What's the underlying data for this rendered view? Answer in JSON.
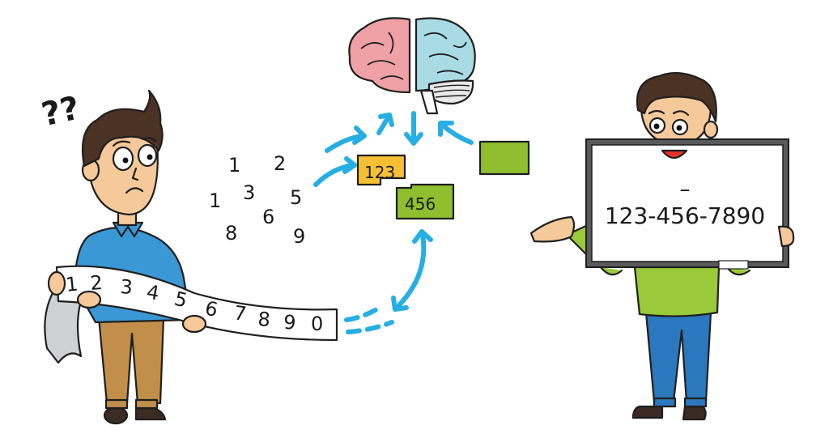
{
  "scene": {
    "title_concept": "chunking numbers into memory",
    "confused_person": {
      "question_marks": "??",
      "paper_strip_digits": [
        "1",
        "2",
        "3",
        "4",
        "5",
        "6",
        "7",
        "8",
        "9",
        "0"
      ]
    },
    "scattered_digits": [
      "1",
      "2",
      "1",
      "3",
      "5",
      "6",
      "8",
      "9"
    ],
    "memory_chunks": [
      {
        "label": "123",
        "color": "#f7c034"
      },
      {
        "label": "456",
        "color": "#8fbf2f"
      },
      {
        "label": "",
        "color": "#8fbf2f"
      }
    ],
    "brain": {
      "left_color": "#efa1a6",
      "right_color": "#a9dbe5"
    },
    "happy_person": {
      "board_dash": "–",
      "board_number": "123-456-7890"
    },
    "colors": {
      "arrow": "#27aee3",
      "shirt_blue": "#3a98d4",
      "pants_tan": "#c18f4a",
      "shirt_green": "#9ac93a",
      "jeans_blue": "#2c78bf",
      "hair": "#4a3224",
      "skin": "#f6c99a"
    }
  }
}
